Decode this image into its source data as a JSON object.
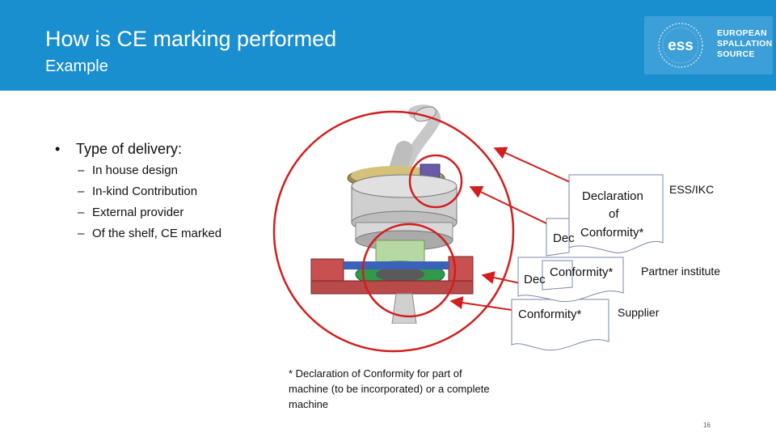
{
  "header": {
    "title": "How is CE marking performed",
    "subtitle": "Example",
    "logo": {
      "mark": "ess",
      "lines": [
        "EUROPEAN",
        "SPALLATION",
        "SOURCE"
      ]
    },
    "background_color": "#1a8fd0"
  },
  "content": {
    "bullet": "Type of delivery:",
    "sub_items": [
      "In house design",
      "In-kind Contribution",
      "External provider",
      "Of the shelf, CE marked"
    ]
  },
  "documents": {
    "doc1": {
      "lines": [
        "Declaration",
        "of",
        "Conformity*"
      ],
      "partial": "Dec",
      "label": "ESS/IKC"
    },
    "doc2": {
      "text": "Conformity*",
      "partial": "Dec",
      "label": "Partner institute"
    },
    "doc3": {
      "text": "Conformity*",
      "label": "Supplier"
    }
  },
  "footnote": "* Declaration of Conformity for part of machine (to be incorporated) or a complete machine",
  "page_number": "16",
  "colors": {
    "arrow": "#d21e1e",
    "circle": "#d21e1e"
  }
}
